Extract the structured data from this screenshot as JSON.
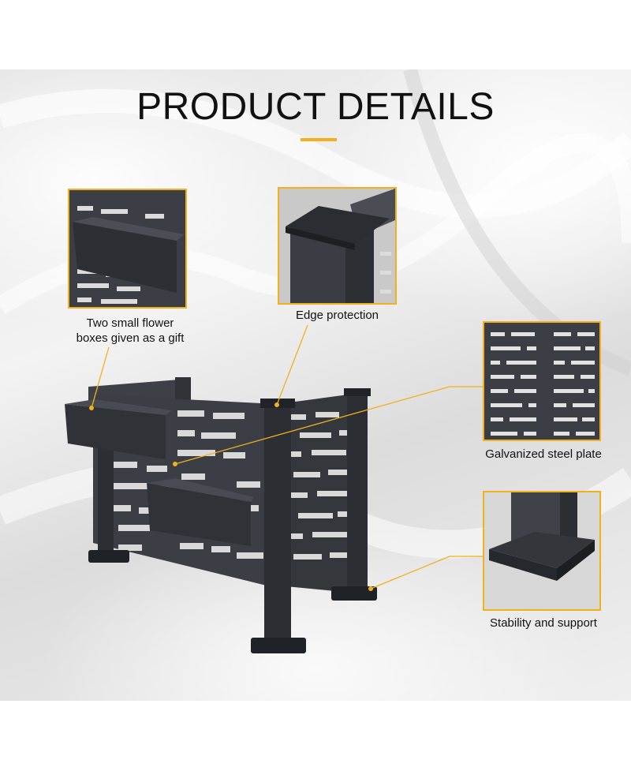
{
  "header": {
    "title": "PRODUCT DETAILS"
  },
  "callouts": {
    "flower_boxes": "Two small flower boxes given as a gift",
    "flower_boxes_line1": "Two small flower",
    "flower_boxes_line2": "boxes given as a gift",
    "edge": "Edge protection",
    "plate": "Galvanized steel plate",
    "stability": "Stability and support"
  },
  "colors": {
    "accent": "#f2b01e",
    "metal": "#3d4147",
    "metal_dark": "#2b2e33"
  }
}
